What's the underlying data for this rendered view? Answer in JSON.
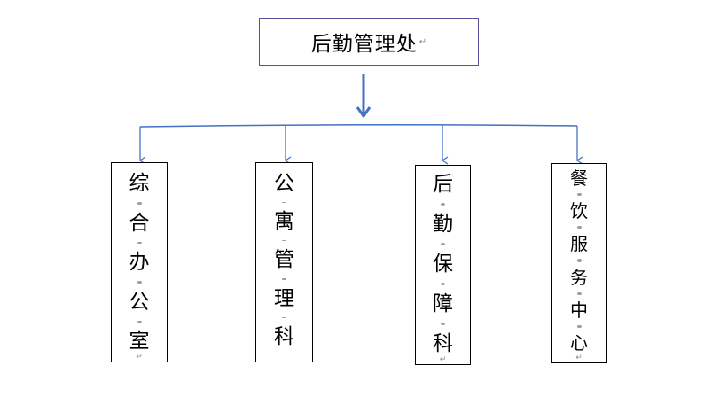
{
  "root": {
    "label": "后勤管理处",
    "mark": "↵"
  },
  "colors": {
    "line": "#4472c4",
    "root_border": "#5b4e9a",
    "box_border": "#000000",
    "separator": "#9a9a9a"
  },
  "children": [
    {
      "chars": [
        "综",
        "合",
        "办",
        "公",
        "室"
      ],
      "end": "mark",
      "end_mark": "↵"
    },
    {
      "chars": [
        "公",
        "寓",
        "管",
        "理",
        "科"
      ],
      "end": "dot"
    },
    {
      "chars": [
        "后",
        "勤",
        "保",
        "障",
        "科"
      ],
      "end": "mark",
      "end_mark": "↵"
    },
    {
      "chars": [
        "餐",
        "饮",
        "服",
        "务",
        "中",
        "心"
      ],
      "end": "mark",
      "end_mark": "↵"
    }
  ]
}
